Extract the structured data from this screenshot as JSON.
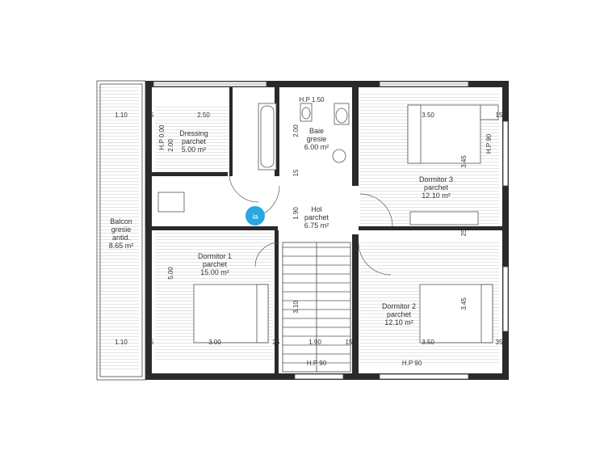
{
  "rooms": {
    "dressing": {
      "name": "Dressing",
      "finish": "parchet",
      "area": "5.00 m²"
    },
    "baie": {
      "name": "Baie",
      "finish": "gresie",
      "area": "6.00 m²"
    },
    "dormitor3": {
      "name": "Dormitor 3",
      "finish": "parchet",
      "area": "12.10 m²"
    },
    "hol": {
      "name": "Hol",
      "finish": "parchet",
      "area": "6.75 m²"
    },
    "dormitor1": {
      "name": "Dormitor 1",
      "finish": "parchet",
      "area": "15.00 m²"
    },
    "dormitor2": {
      "name": "Dormitor 2",
      "finish": "parchet",
      "area": "12.10 m²"
    },
    "balcon": {
      "name": "Balcon",
      "finish": "gresie",
      "finish2": "antid.",
      "area": "8.65 m²"
    }
  },
  "dimensions": {
    "hp150": "H.P 1.50",
    "d110a": "1.10",
    "d15a": "15",
    "d250": "2.50",
    "d350a": "3.50",
    "d15b": "15",
    "hp000": "H.P 0.00",
    "d200a": "2.00",
    "d200b": "2.00",
    "hp90r": "H.P 90",
    "d345a": "3.45",
    "d15c": "15",
    "d190v": "1.90",
    "d25a": "25",
    "d500": "5.00",
    "d310": "3.10",
    "d345b": "3.45",
    "d110b": "1.10",
    "d15d": "15",
    "d300": "3.00",
    "d25b": "25",
    "d190h": "1.90",
    "d15e": "15",
    "d350b": "3.50",
    "d35": "35",
    "hp90a": "H.P 90",
    "hp90b": "H.P 90"
  }
}
